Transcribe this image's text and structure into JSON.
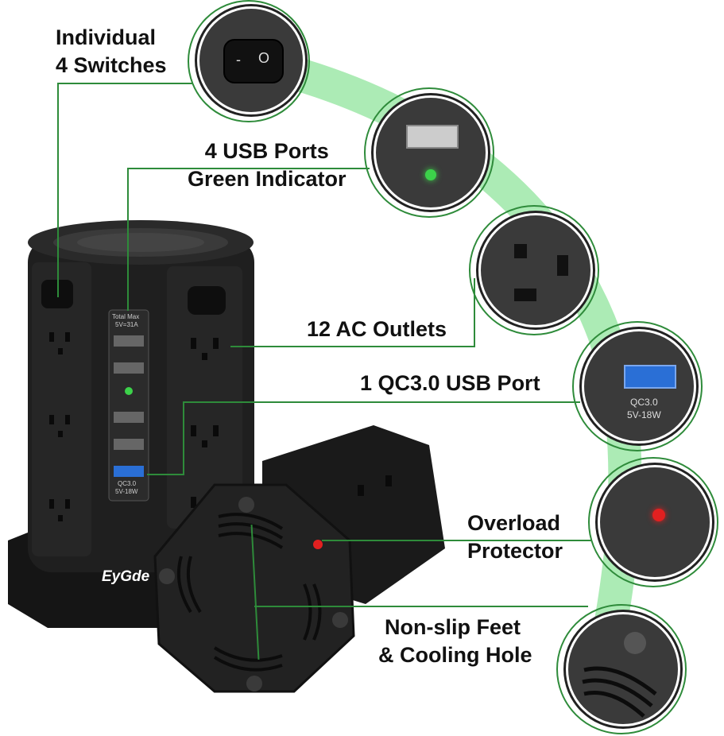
{
  "labels": {
    "switches_line1": "Individual",
    "switches_line2": "4 Switches",
    "usb_line1": "4 USB Ports",
    "usb_line2": "Green Indicator",
    "ac": "12 AC Outlets",
    "qc": "1 QC3.0 USB Port",
    "overload_line1": "Overload",
    "overload_line2": "Protector",
    "feet_line1": "Non-slip Feet",
    "feet_line2": "& Cooling Hole"
  },
  "device": {
    "brand": "EyGde",
    "usb_panel_text_1": "Total Max",
    "usb_panel_text_2": "5V=31A",
    "qc_text_1": "QC3.0",
    "qc_text_2": "5V-18W"
  },
  "zoom_qc": {
    "text_1": "QC3.0",
    "text_2": "5V-18W"
  },
  "colors": {
    "accent_green": "#2e8b3a",
    "glow_green": "#8be39a",
    "device_black": "#1c1c1c",
    "usb_blue": "#2a6fd6",
    "red_indicator": "#e22020"
  }
}
